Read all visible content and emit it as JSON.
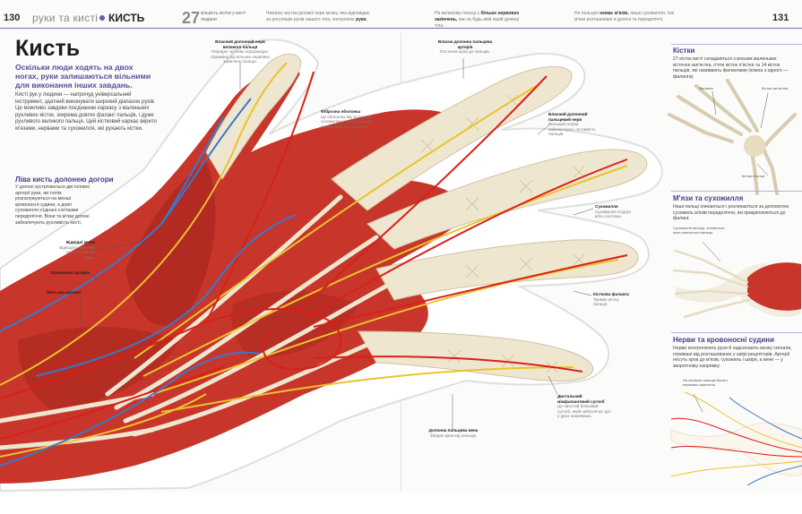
{
  "header": {
    "left_folio": "130",
    "section": "руки та кисті",
    "chapter": "КИСТЬ",
    "fact_number": "27",
    "fact_text": "кількість кісток у кисті людини",
    "fact2": "Чимала частка рухової кори мозку, яка відповідає за регуляцію рухів нашого тіла, контролює",
    "fact2_bold": "руки.",
    "fact3": "На великому пальці є",
    "fact3_bold": "більше нервових закінчень,",
    "fact3_tail": "ніж на будь-якій іншій ділянці тіла.",
    "fact4": "На пальцях",
    "fact4_bold": "немає м'язів,",
    "fact4_tail": "лише сухожилля; їхні м'язи розташовані в долоні та передпліччі.",
    "right_folio": "131"
  },
  "article": {
    "title": "Кисть",
    "lede": "Оскільки люди ходять на двох ногах, руки залишаються вільними для виконання інших завдань.",
    "body": "Кисті рук у людини — напрочуд універсальний інструмент, здатний виконувати широкий діапазон рухів. Це можливо завдяки поєднанню каркасу з маленьких рухливих кісток, зокрема довгих фаланг пальців, і дуже рухливого великого пальця. Цей кістковий каркас вкрито м'язами, нервами та сухожилля, які рухають кістки.",
    "callout_title": "Ліва кисть долонею догори",
    "callout_text": "У долоні зустрічаються дві головні артерії руки, які потім розгалужуються на менші кровоносні судини, а довгі сухожилля з'єднані з м'язами передпліччя. Вони та м'язи долоні забезпечують рухливість кисті."
  },
  "labels": {
    "l1_title": "Власний долонний нерв великого пальця",
    "l1_text": "Передає чутливу інформацію, отриману від вільних нервових закінчень пальця.",
    "l2_title": "Власна долонна пальцева артерія",
    "l2_text": "Постачає кров до пальців.",
    "l3_title": "Фіброзна оболонка",
    "l3_text": "Ця оболонка від з'єднання сухожилля згинача пальців прикріплюється до кісток.",
    "l4_title": "Власний долонний пальцевий нерв",
    "l4_text": "Пальцеві нерви забезпечують чутливість пальців.",
    "l5_title": "Сухожилля",
    "l5_text": "Сухожилля з'єднує м'яз з кісткою.",
    "l6_title": "Відвідні м'язи",
    "l6_text": "Відводять великий палець убік від інших.",
    "l7_title": "Променева артерія",
    "l8_title": "Ліктьова артерія",
    "l9_title": "Кісткова фаланга",
    "l9_text": "Тримає кістку пальця.",
    "l10_title": "Дистальний міжфаланговий суглоб",
    "l10_text": "Це простий блоковий суглоб, який забезпечує рух у двох напрямках.",
    "l11_title": "Долонна пальцева вена",
    "l11_text": "Збирає кров від пальців."
  },
  "sidebar": {
    "bones_title": "Кістки",
    "bones_text": "27 кісток кисті складаються з восьми маленьких кісточок зап'ястка, п'яти кісток п'ястка та 14 кісток пальців, які називають фалангами (кожна з одного — фаланга).",
    "bones_label1": "Фаланга",
    "bones_label2": "Кістки зап'ястка",
    "bones_label3": "Кістки п'ястка",
    "muscles_title": "М'язи та сухожилля",
    "muscles_text": "Наші пальці згинаються і розгинаються за допомогою сухожиль м'язів передпліччя, які прикріплюються до фаланг.",
    "muscles_label": "Сухожилля пальця, згинається, коли згинається палець.",
    "nerves_title": "Нерви та кровоносні судини",
    "nerves_text": "Нерви контролюють рухи й надсилають мозку сигнали, отримані від розташованих у шкірі рецепторів. Артерії несуть кров до м'язів, сухожиль і шкіри, а вени — у зворотному напрямку.",
    "nerves_label": "На кінчиках пальців багато нервових закінчень."
  },
  "colors": {
    "accent": "#5a4c9a",
    "muscle": "#c8352a",
    "tendon": "#efe6cf",
    "vein": "#3a78c9",
    "nerve": "#e9c42c",
    "artery": "#d8201a"
  }
}
